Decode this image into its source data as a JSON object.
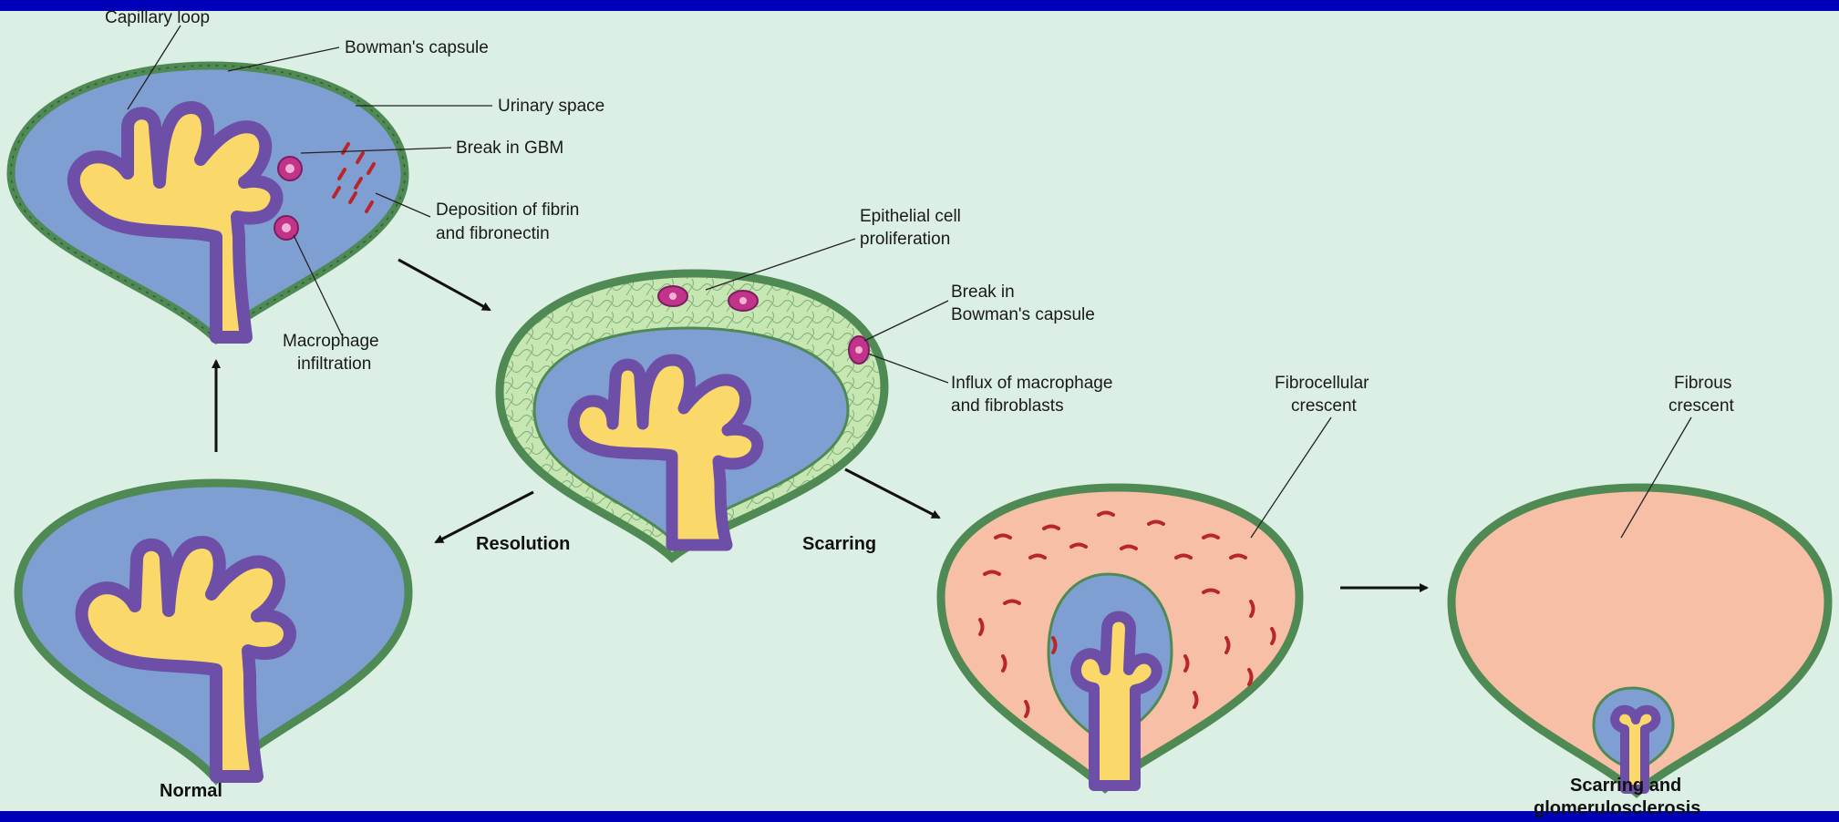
{
  "colors": {
    "frame": "#0000b8",
    "background": "#dcefe4",
    "capsule_rim": "#4f8a55",
    "urinary_space": "#7f9fd2",
    "capillary_wall": "#6e4fa8",
    "capillary_lumen": "#fbd86a",
    "crescent_cells": "#c6e6b2",
    "fibrous_crescent": "#f7bfa6",
    "fibrin": "#b8262b",
    "macrophage": "#c2338a"
  },
  "labels": {
    "capillary_loop": "Capillary loop",
    "bowmans_capsule": "Bowman's capsule",
    "urinary_space": "Urinary space",
    "break_in_gbm": "Break in GBM",
    "deposition_line1": "Deposition of fibrin",
    "deposition_line2": "and fibronectin",
    "macrophage_line1": "Macrophage",
    "macrophage_line2": "infiltration",
    "epithelial_line1": "Epithelial cell",
    "epithelial_line2": "proliferation",
    "break_bowman_line1": "Break in",
    "break_bowman_line2": "Bowman's capsule",
    "influx_line1": "Influx of macrophage",
    "influx_line2": "and fibroblasts",
    "fibrocellular_line1": "Fibrocellular",
    "fibrocellular_line2": "crescent",
    "fibrous_line1": "Fibrous",
    "fibrous_line2": "crescent"
  },
  "captions": {
    "normal": "Normal",
    "resolution": "Resolution",
    "scarring": "Scarring",
    "final_line1": "Scarring and",
    "final_line2": "glomerulosclerosis"
  }
}
